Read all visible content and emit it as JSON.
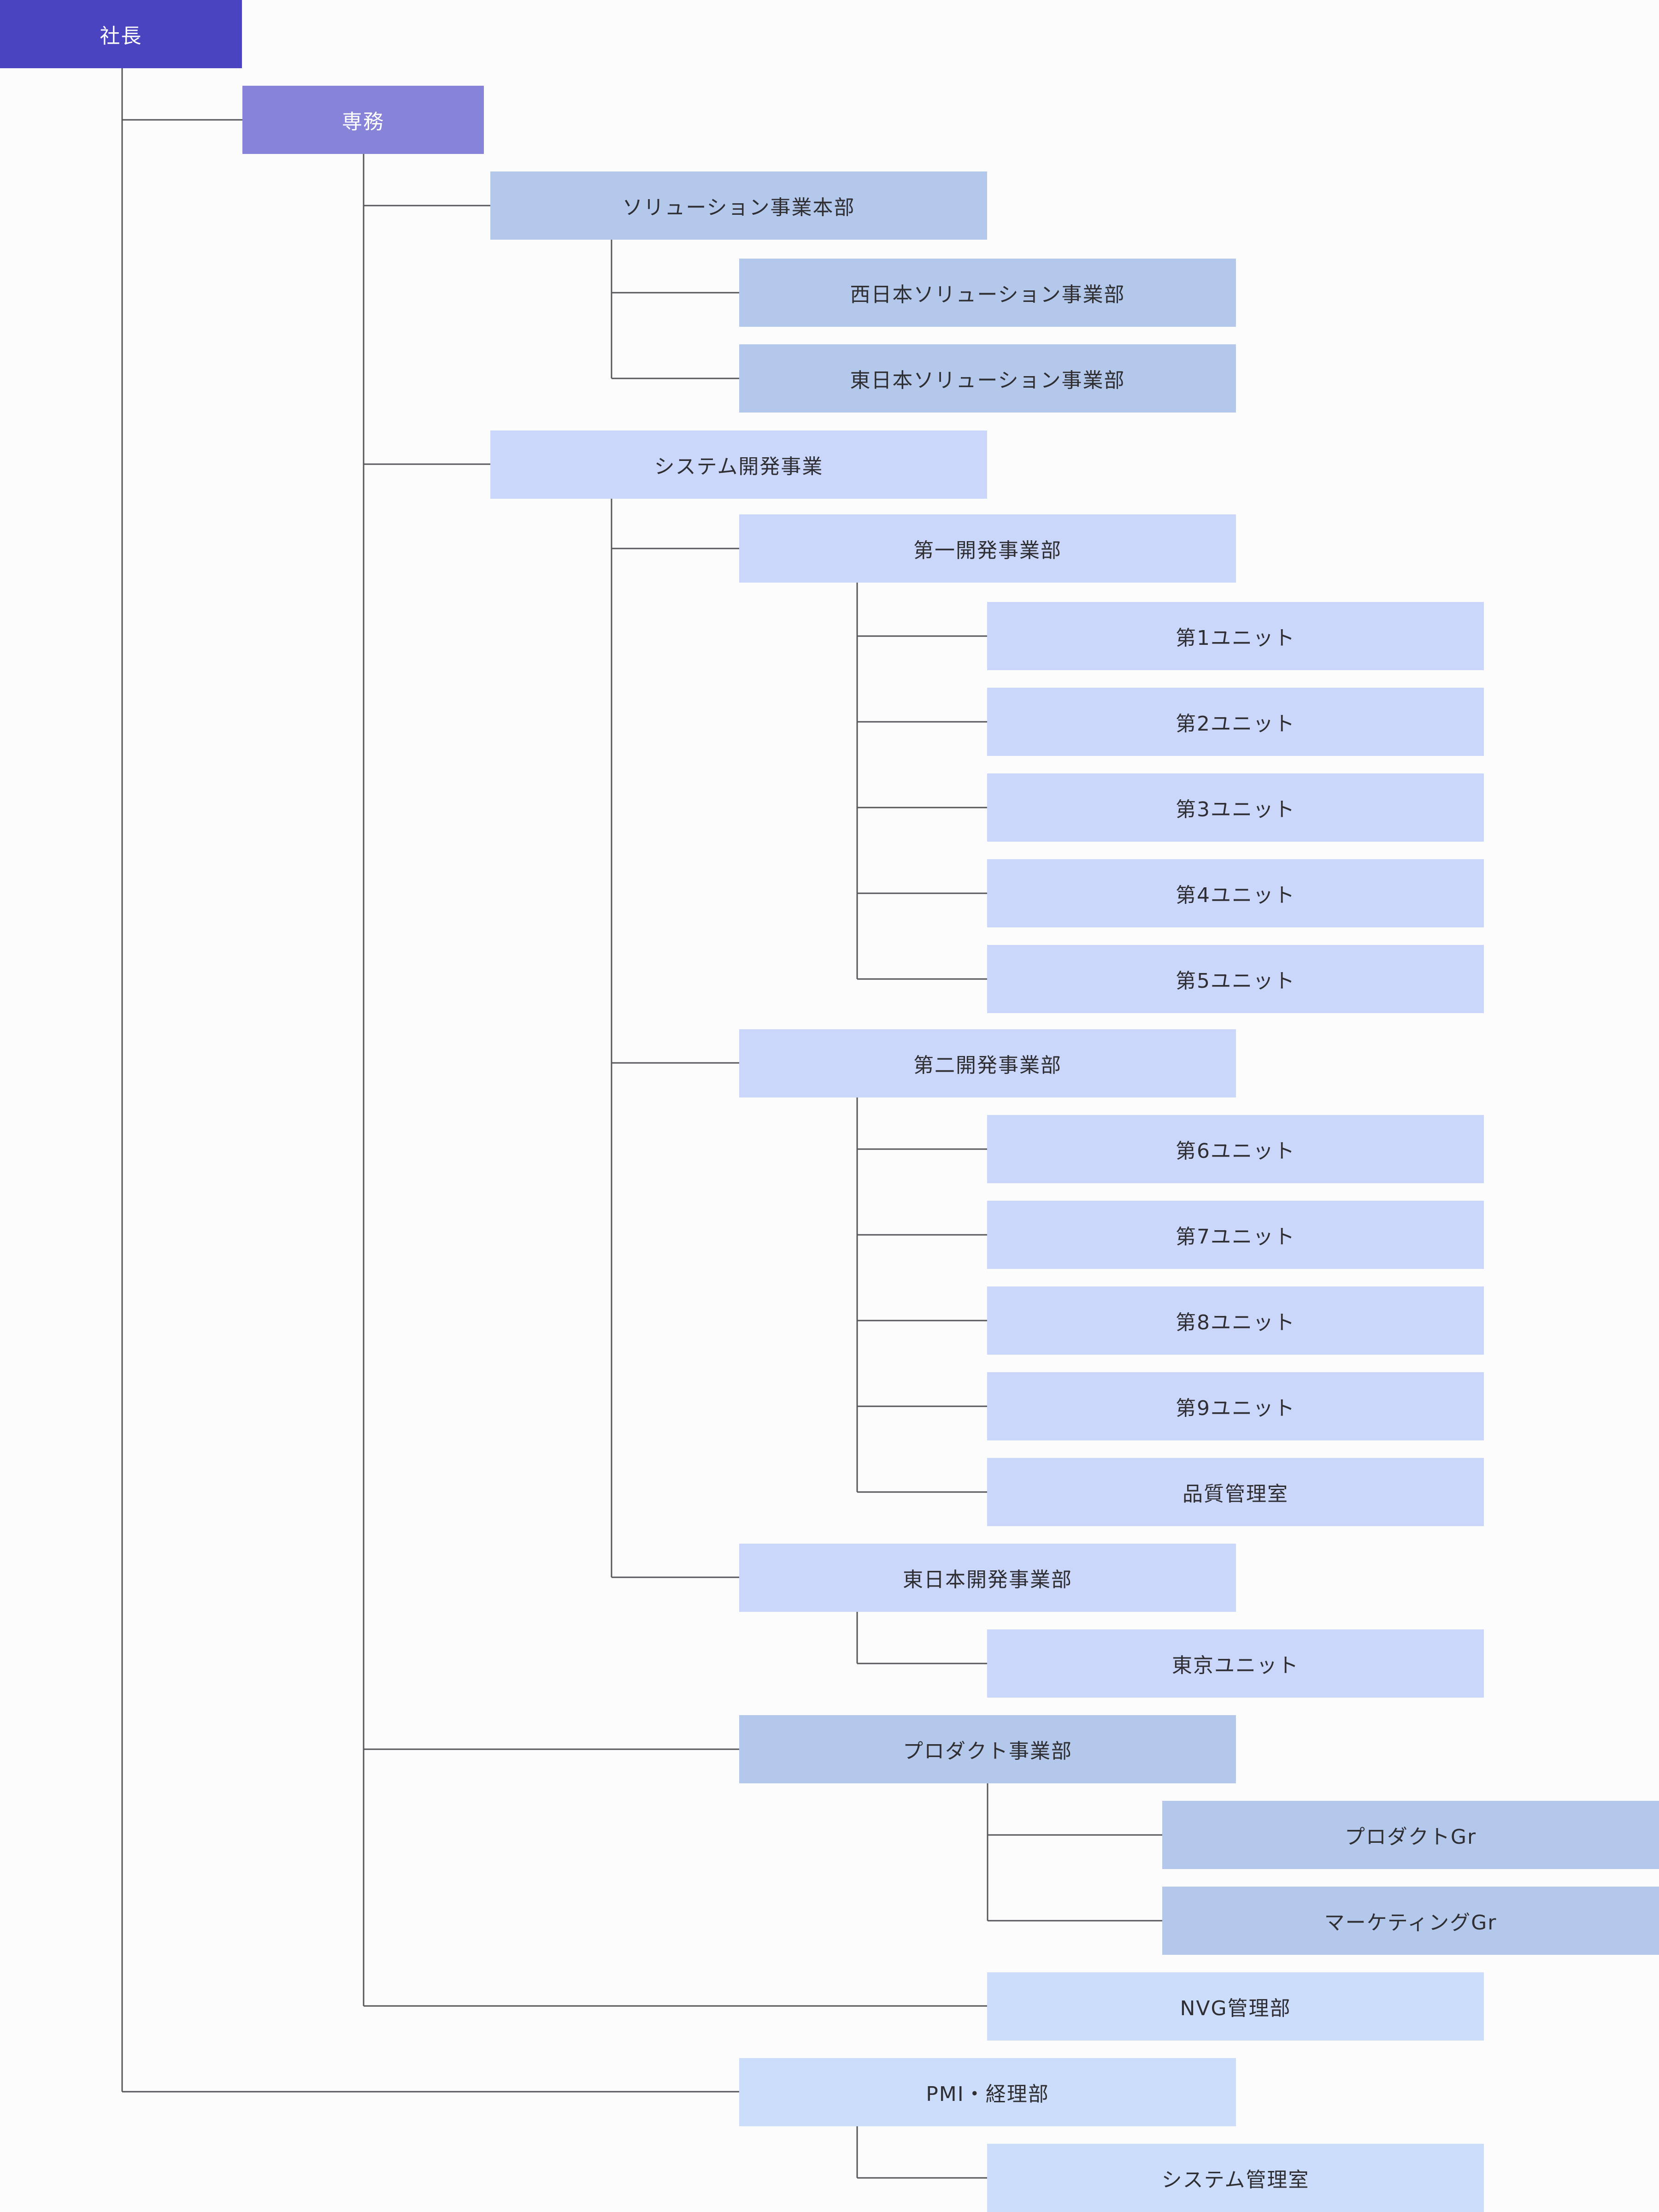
{
  "org_chart": {
    "colors": {
      "president": "#4a44c0",
      "senior_md": "#8783d8",
      "steel": "#b3c8ea",
      "periwinkle": "#cbd6fb",
      "pale": "#ccdcfb",
      "connector": "#55555a"
    },
    "nodes": {
      "president": "社長",
      "senior_md": "専務",
      "solution_hq": "ソリューション事業本部",
      "west_solution": "西日本ソリューション事業部",
      "east_solution": "東日本ソリューション事業部",
      "system_dev": "システム開発事業",
      "dev1": "第一開発事業部",
      "unit1": "第1ユニット",
      "unit2": "第2ユニット",
      "unit3": "第3ユニット",
      "unit4": "第4ユニット",
      "unit5": "第5ユニット",
      "dev2": "第二開発事業部",
      "unit6": "第6ユニット",
      "unit7": "第7ユニット",
      "unit8": "第8ユニット",
      "unit9": "第9ユニット",
      "quality": "品質管理室",
      "east_dev": "東日本開発事業部",
      "tokyo_unit": "東京ユニット",
      "product_div": "プロダクト事業部",
      "product_gr": "プロダクトGr",
      "marketing_gr": "マーケティングGr",
      "nvg": "NVG管理部",
      "pmi": "PMI・経理部",
      "sys_admin": "システム管理室"
    }
  }
}
